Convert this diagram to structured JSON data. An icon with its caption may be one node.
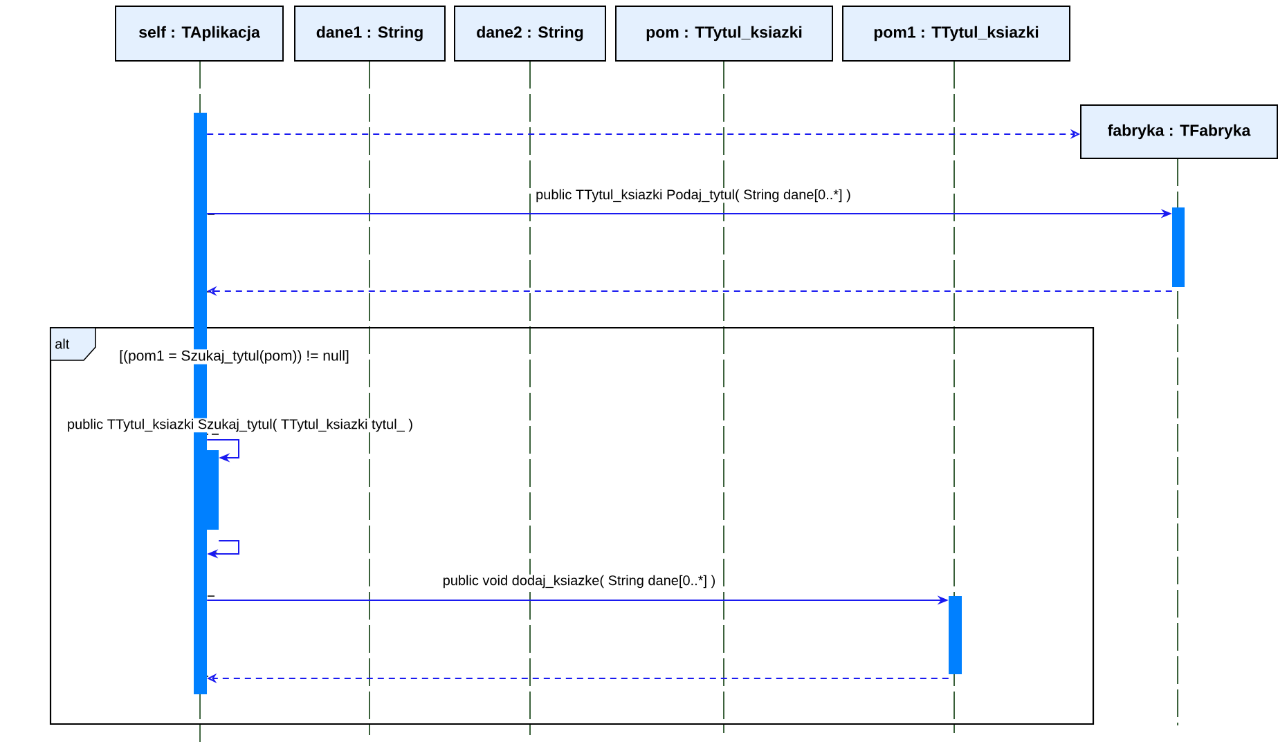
{
  "diagram": {
    "nodes": [
      {
        "text": [
          "self : TAplikacja"
        ]
      },
      {
        "text": [
          "dane1 : String"
        ]
      },
      {
        "text": [
          "dane2 : String"
        ]
      },
      {
        "text": [
          "pom : TTytul_ksiazki"
        ]
      },
      {
        "text": [
          "pom1 : TTytul_ksiazki"
        ]
      },
      {
        "text": [
          "fabryka : TFabryka"
        ]
      },
      {
        "text": [],
        "shape": "bar"
      },
      {
        "text": [],
        "shape": "bar"
      },
      {
        "text": [
          "alt",
          "[(pom1 = Szukaj_tytul(pom)) != null]"
        ]
      },
      {
        "text": [],
        "shape": "bar",
        "in": 8
      },
      {
        "text": [],
        "shape": "bar",
        "in": 8
      }
    ],
    "edges": [
      {
        "from": 6,
        "to": 5,
        "arrow": "to",
        "style": "dashed"
      },
      {
        "from": 6,
        "to": 7,
        "arrow": "to",
        "label": "public TTytul_ksiazki  Podaj_tytul( String dane[0..*] )"
      },
      {
        "from": 7,
        "to": 6,
        "arrow": "to",
        "style": "dashed"
      },
      {
        "from": 6,
        "to": 9,
        "arrow": "to",
        "label": "public TTytul_ksiazki  Szukaj_tytul( TTytul_ksiazki tytul_ )"
      },
      {
        "from": 9,
        "to": 6,
        "arrow": "to"
      },
      {
        "from": 6,
        "to": 10,
        "arrow": "to",
        "label": "public void  dodaj_ksiazke( String dane[0..*] )"
      },
      {
        "from": 10,
        "to": 6,
        "arrow": "to",
        "style": "dashed"
      }
    ]
  }
}
